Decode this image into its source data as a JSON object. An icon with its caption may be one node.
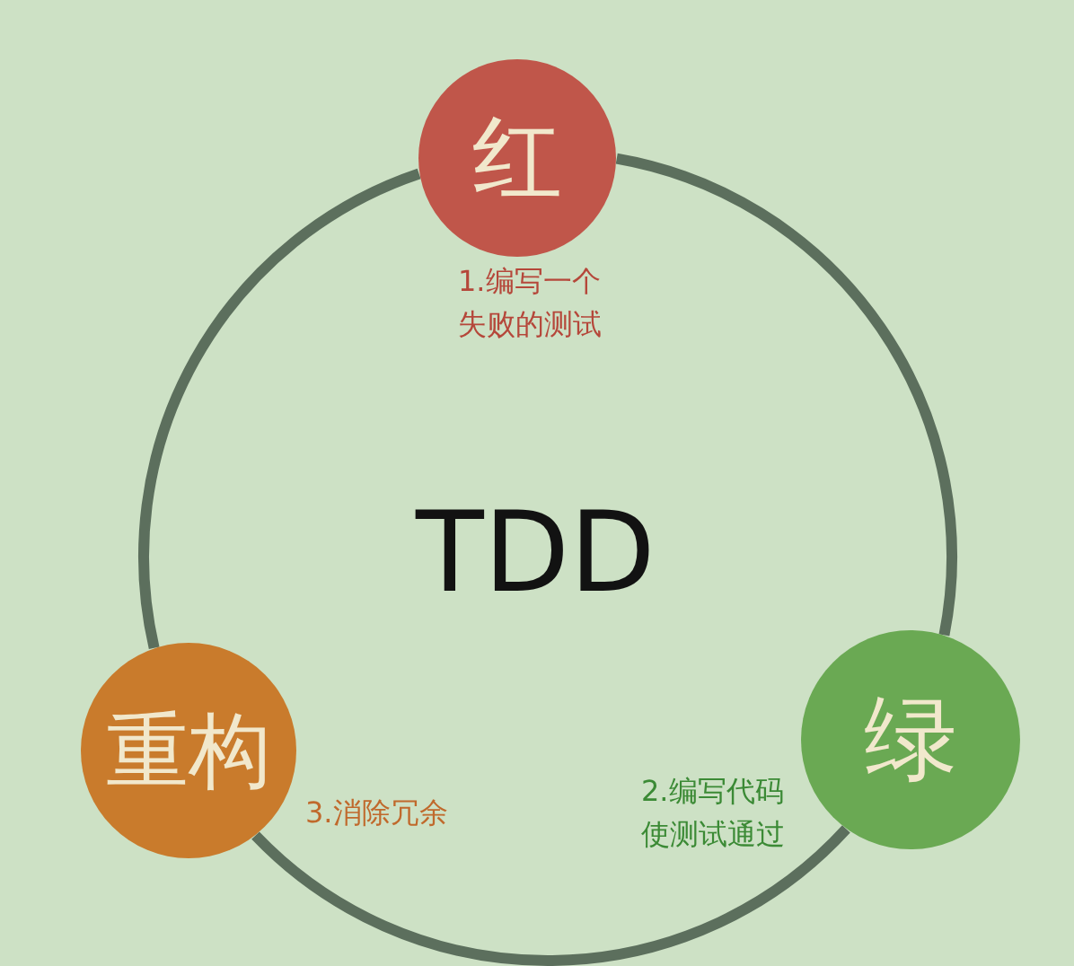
{
  "diagram": {
    "nodes": [
      {
        "text": [
          "红"
        ],
        "beside": [
          "1.编写一个失败的测试"
        ]
      },
      {
        "text": [
          "绿"
        ],
        "beside": [
          "2.编写代码使测试通过"
        ]
      },
      {
        "text": [
          "重构"
        ],
        "beside": [
          "3.消除冗余"
        ]
      }
    ],
    "edges": [
      {
        "from": 0,
        "to": 1,
        "arrow": "none"
      },
      {
        "from": 1,
        "to": 2,
        "arrow": "none"
      },
      {
        "from": 2,
        "to": 0,
        "arrow": "none"
      }
    ],
    "labels": [
      "TDD"
    ]
  }
}
